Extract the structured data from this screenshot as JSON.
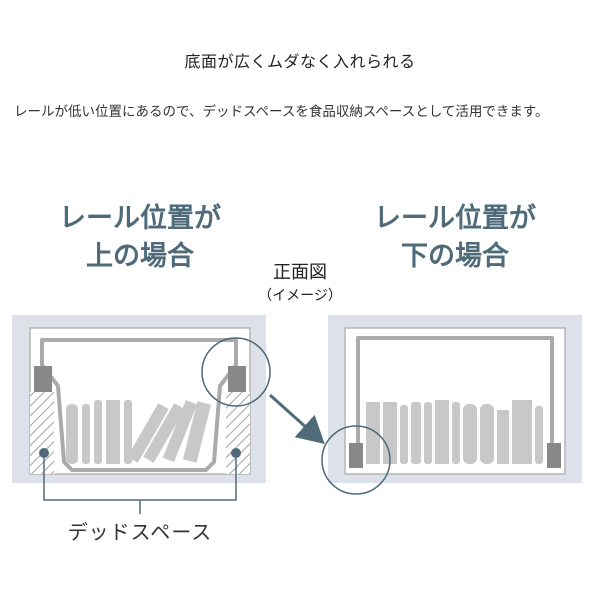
{
  "heading": "底面が広くムダなく入れられる",
  "description": "レールが低い位置にあるので、デッドスペースを食品収納スペースとして活用できます。",
  "left_case": {
    "line1": "レール位置が",
    "line2": "上の場合"
  },
  "right_case": {
    "line1": "レール位置が",
    "line2": "下の場合"
  },
  "front_view": {
    "main": "正面図",
    "sub": "（イメージ）"
  },
  "dead_space_label": "デッドスペース",
  "colors": {
    "title": "#4f6b7a",
    "cabinet_frame": "#dde2ea",
    "outline": "#aaaaaa",
    "rail": "#888888",
    "items": "#c8c8c8",
    "accent": "#4f6b7a"
  }
}
